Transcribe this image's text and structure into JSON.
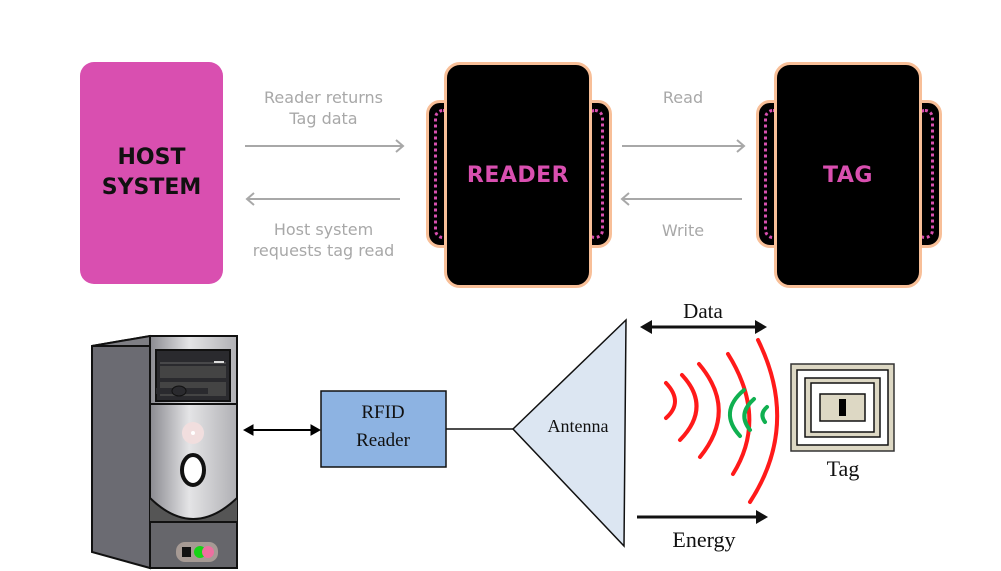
{
  "top_diagram": {
    "host": {
      "label_line1": "HOST",
      "label_line2": "SYSTEM"
    },
    "reader": {
      "label": "READER"
    },
    "tag": {
      "label": "TAG"
    },
    "host_reader_links": {
      "forward": {
        "line1": "Reader returns",
        "line2": "Tag data"
      },
      "backward": {
        "line1": "Host system",
        "line2": "requests tag read"
      }
    },
    "reader_tag_links": {
      "forward": {
        "label": "Read"
      },
      "backward": {
        "label": "Write"
      }
    }
  },
  "bottom_diagram": {
    "computer": {
      "icon": "computer-tower-icon"
    },
    "reader_box": {
      "line1": "RFID",
      "line2": "Reader"
    },
    "antenna": {
      "label": "Antenna"
    },
    "data_arrow": {
      "label": "Data"
    },
    "energy_arrow": {
      "label": "Energy"
    },
    "tag": {
      "label": "Tag"
    }
  },
  "colors": {
    "magenta": "#d94fb0",
    "peach_border": "#f8bf98",
    "reader_box_fill": "#8db3e2",
    "antenna_fill": "#dce6f2",
    "wave_red": "#ff1a1a",
    "wave_green": "#10b050",
    "arrow_gray": "#a8a8a8"
  }
}
